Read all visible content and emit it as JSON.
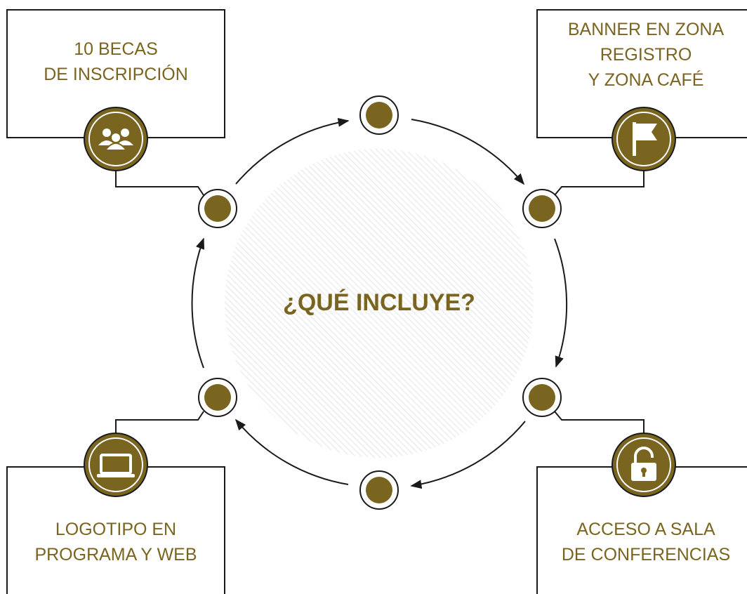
{
  "title": "¿QUÉ INCLUYE?",
  "boxes": {
    "top_left": {
      "lines": [
        "10 BECAS",
        "DE INSCRIPCIÓN"
      ],
      "icon": "group-icon"
    },
    "top_right": {
      "lines": [
        "BANNER EN ZONA",
        "REGISTRO",
        "Y ZONA CAFÉ"
      ],
      "icon": "flag-icon"
    },
    "bottom_left": {
      "lines": [
        "LOGOTIPO EN",
        "PROGRAMA Y WEB"
      ],
      "icon": "laptop-icon"
    },
    "bottom_right": {
      "lines": [
        "ACCESO A SALA",
        "DE CONFERENCIAS"
      ],
      "icon": "lock-icon"
    }
  },
  "colors": {
    "accent": "#7a6520",
    "line": "#1a1a1a",
    "hatch": "#d9d9d9"
  }
}
